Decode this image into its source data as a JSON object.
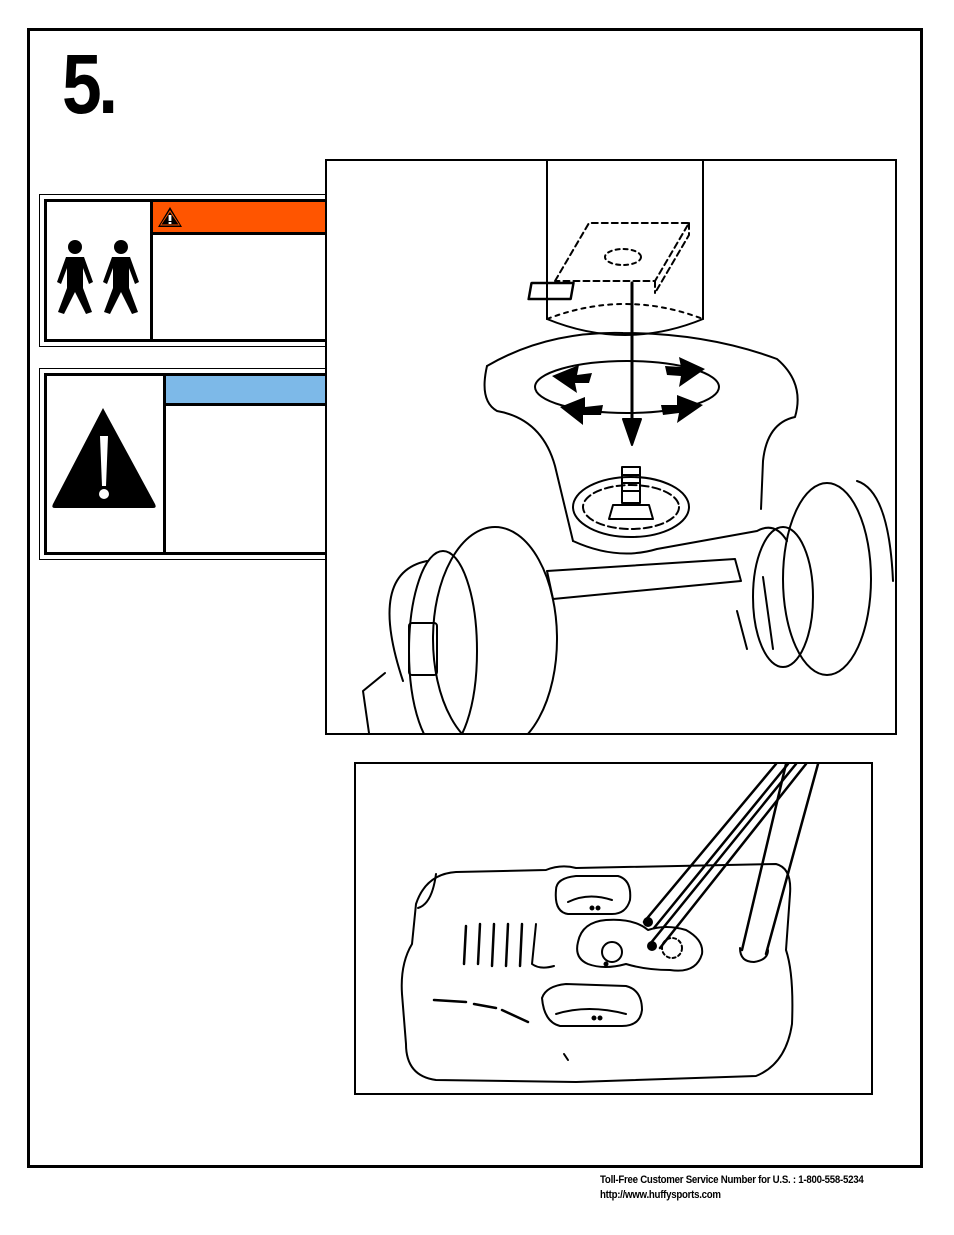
{
  "step": {
    "number": "5."
  },
  "warning_label": {
    "header_color": "#ff5500",
    "pictogram": "two-people-icon",
    "header_icon": "warning-triangle-icon"
  },
  "notice_label": {
    "header_color": "#7db9e8",
    "pictogram": "exclamation-triangle-icon"
  },
  "illustrations": {
    "top": "pole-lowered-onto-wheel-base-bolt",
    "bottom": "base-with-support-poles"
  },
  "footer": {
    "phone_line": "Toll-Free Customer Service Number for U.S. : 1-800-558-5234",
    "url": "http://www.huffysports.com"
  }
}
